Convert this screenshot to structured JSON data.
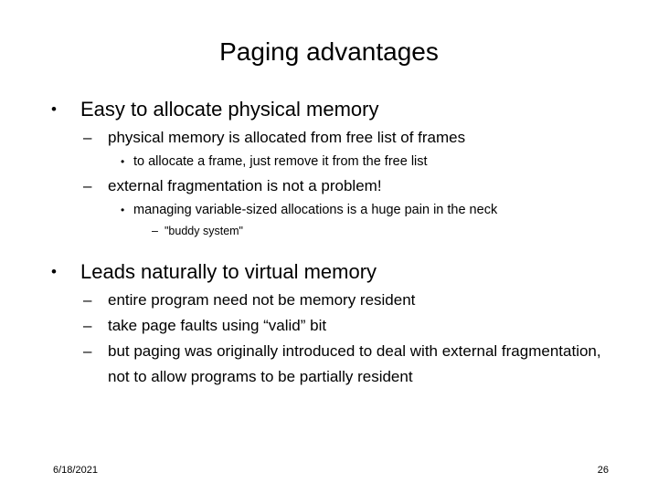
{
  "slide": {
    "title": "Paging advantages",
    "background_color": "#ffffff",
    "text_color": "#000000"
  },
  "markers": {
    "bullet": "•",
    "dash": "–"
  },
  "groups": [
    {
      "heading": "Easy to allocate physical memory",
      "items": [
        {
          "level": 2,
          "text": "physical memory is allocated from free list of frames"
        },
        {
          "level": 3,
          "text": "to allocate a frame, just remove it from the free list"
        },
        {
          "level": 2,
          "text": "external fragmentation is not a problem!"
        },
        {
          "level": 3,
          "text": "managing variable-sized allocations is a huge pain in the neck"
        },
        {
          "level": 4,
          "text": "\"buddy system\""
        }
      ]
    },
    {
      "heading": "Leads naturally to virtual memory",
      "items": [
        {
          "level": 2,
          "text": "entire program need not be memory resident"
        },
        {
          "level": 2,
          "text": "take page faults using “valid” bit"
        },
        {
          "level": 2,
          "text": "but paging was originally introduced to deal with external fragmentation, not to allow programs to be partially resident"
        }
      ]
    }
  ],
  "footer": {
    "date": "6/18/2021",
    "page_number": "26"
  }
}
